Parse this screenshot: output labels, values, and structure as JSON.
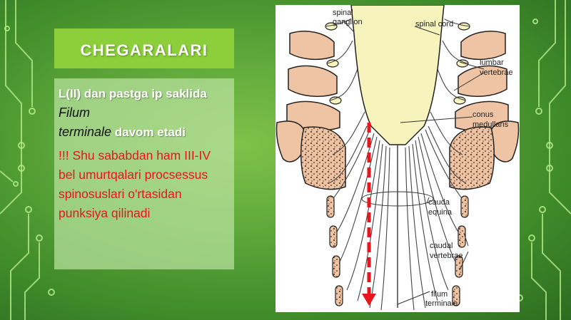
{
  "slide": {
    "title": "CHEGARALARI",
    "para1": {
      "part1": "L(II) dan pastga ip saklida",
      "italic1": "Filum",
      "italic2": "terminale",
      "part2": "davom etadi"
    },
    "para2": "!!! Shu sababdan ham III-IV bel umurtqalari procsessus spinosuslari o'rtasidan punksiya qilinadi"
  },
  "figure": {
    "labels": {
      "spinal_ganglion_1": "spinal",
      "spinal_ganglion_2": "ganglion",
      "spinal_cord": "spinal cord",
      "lumbar_1": "lumbar",
      "lumbar_2": "vertebrae",
      "conus_1": "conus",
      "conus_2": "medullaris",
      "cauda_1": "cauda",
      "cauda_2": "equina",
      "caudal_1": "caudal",
      "caudal_2": "vertebrae",
      "filum_1": "filum",
      "filum_2": "terminale"
    }
  },
  "colors": {
    "title_bg": "#8ccf3a",
    "text_box_bg": "#bae2a0",
    "red_text": "#e8151d",
    "bone": "#efc4a4",
    "spinal_cord": "#f6f3bc",
    "arrow": "#e8151d"
  }
}
